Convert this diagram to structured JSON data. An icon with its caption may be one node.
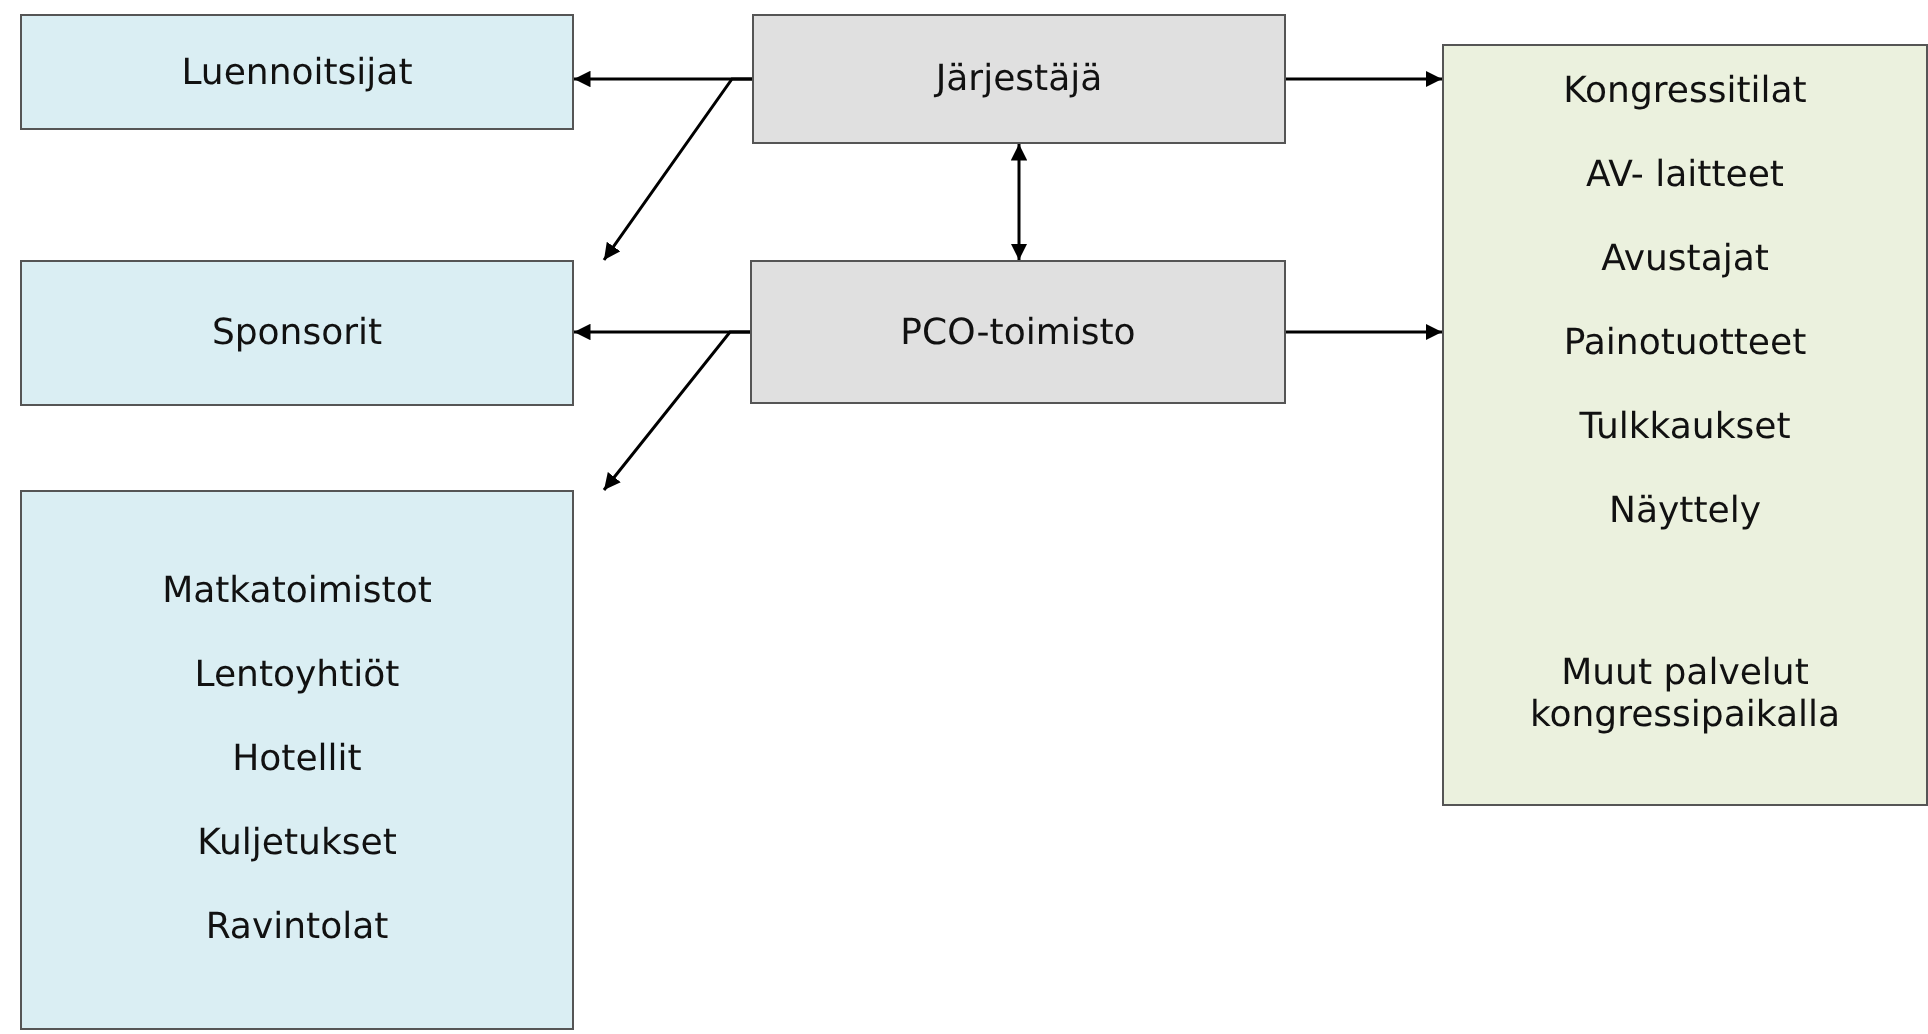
{
  "diagram": {
    "nodes": [
      {
        "text": [
          "Luennoitsijat"
        ]
      },
      {
        "text": [
          "Järjestäjä"
        ]
      },
      {
        "text": [
          "Kongressitilat",
          "AV- laitteet",
          "Avustajat",
          "Painotuotteet",
          "Tulkkaukset",
          "Näyttely",
          "Muut palvelut kongressipaikalla"
        ]
      },
      {
        "text": [
          "Sponsorit"
        ]
      },
      {
        "text": [
          "PCO-toimisto"
        ]
      },
      {
        "text": [
          "Matkatoimistot",
          "Lentoyhtiöt",
          "Hotellit",
          "Kuljetukset",
          "Ravintolat"
        ]
      }
    ],
    "edges": [
      {
        "from": 1,
        "to": 0,
        "arrow": "to"
      },
      {
        "from": 1,
        "to": 3,
        "arrow": "to"
      },
      {
        "from": 1,
        "to": 4,
        "arrow": "both"
      },
      {
        "from": 1,
        "to": 2,
        "arrow": "to"
      },
      {
        "from": 4,
        "to": 3,
        "arrow": "to"
      },
      {
        "from": 4,
        "to": 5,
        "arrow": "to"
      },
      {
        "from": 4,
        "to": 2,
        "arrow": "to"
      }
    ]
  }
}
